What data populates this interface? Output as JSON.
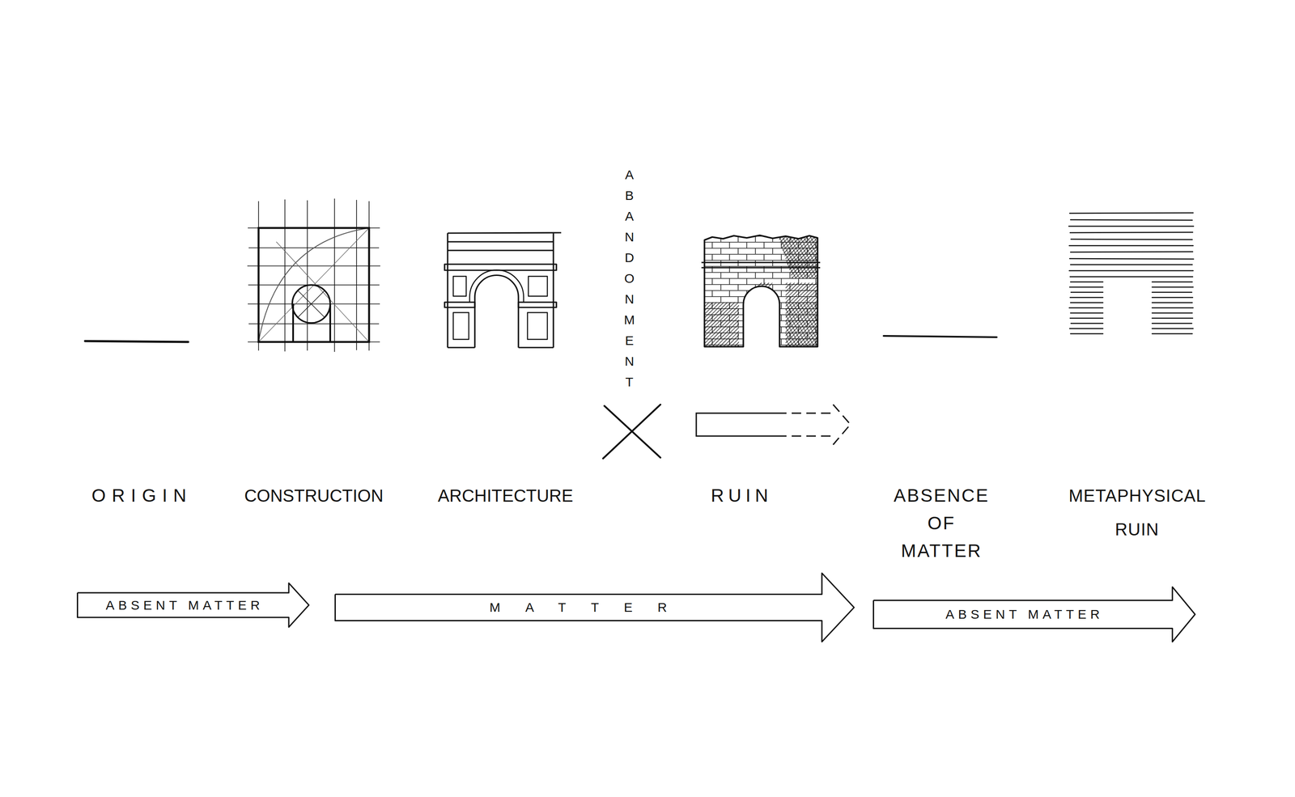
{
  "diagram": {
    "nodes": [
      {
        "text": [
          "ABSENT MATTER"
        ]
      },
      {
        "text": [
          "MATTER"
        ]
      },
      {
        "text": [
          "ABSENT MATTER"
        ]
      }
    ],
    "labels": [
      "ORIGIN",
      "CONSTRUCTION",
      "ARCHITECTURE",
      "ABANDONMENT",
      "RUIN",
      "ABSENCE OF MATTER",
      "METAPHYSICAL RUIN"
    ]
  }
}
